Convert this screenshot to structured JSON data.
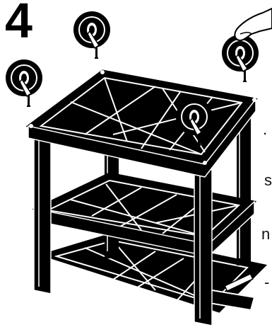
{
  "step": {
    "number": "4"
  },
  "text_fragments": [
    ".",
    "s",
    "n",
    "-"
  ],
  "colors": {
    "ink": "#000000",
    "paper": "#ffffff"
  },
  "parts": {
    "casters": 4,
    "shelves": 3,
    "legs": 4
  }
}
